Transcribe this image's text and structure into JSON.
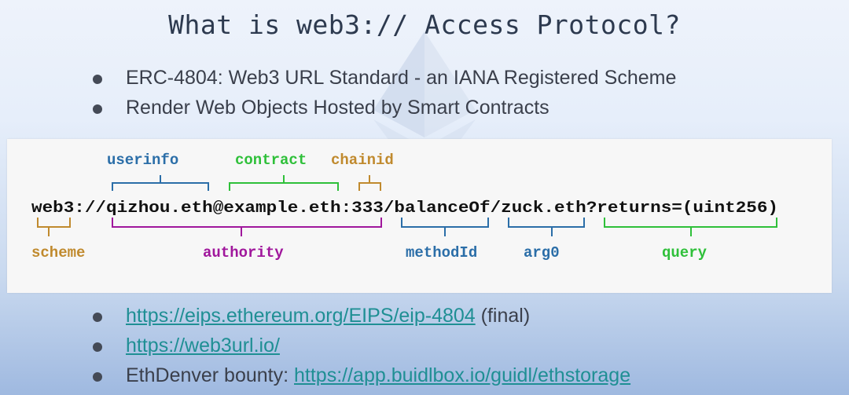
{
  "title": "What is web3:// Access Protocol?",
  "top_bullets": [
    "ERC-4804: Web3 URL Standard - an IANA Registered Scheme",
    "Render Web Objects Hosted by Smart Contracts"
  ],
  "diagram": {
    "url": "web3://qizhou.eth@example.eth:333/balanceOf/zuck.eth?returns=(uint256)",
    "labels_above": {
      "userinfo": "userinfo",
      "contract": "contract",
      "chainid": "chainid"
    },
    "labels_below": {
      "scheme": "scheme",
      "authority": "authority",
      "methodId": "methodId",
      "arg0": "arg0",
      "query": "query"
    },
    "colors": {
      "blue": "#2b6ea8",
      "green": "#2fc03a",
      "orange": "#c08a2e",
      "purple": "#a0179c"
    }
  },
  "bottom_bullets": {
    "item1_link": "https://eips.ethereum.org/EIPS/eip-4804",
    "item1_suffix": " (final)",
    "item2_link": "https://web3url.io/",
    "item3_prefix": "EthDenver bounty: ",
    "item3_link": "https://app.buidlbox.io/guidl/ethstorage"
  }
}
